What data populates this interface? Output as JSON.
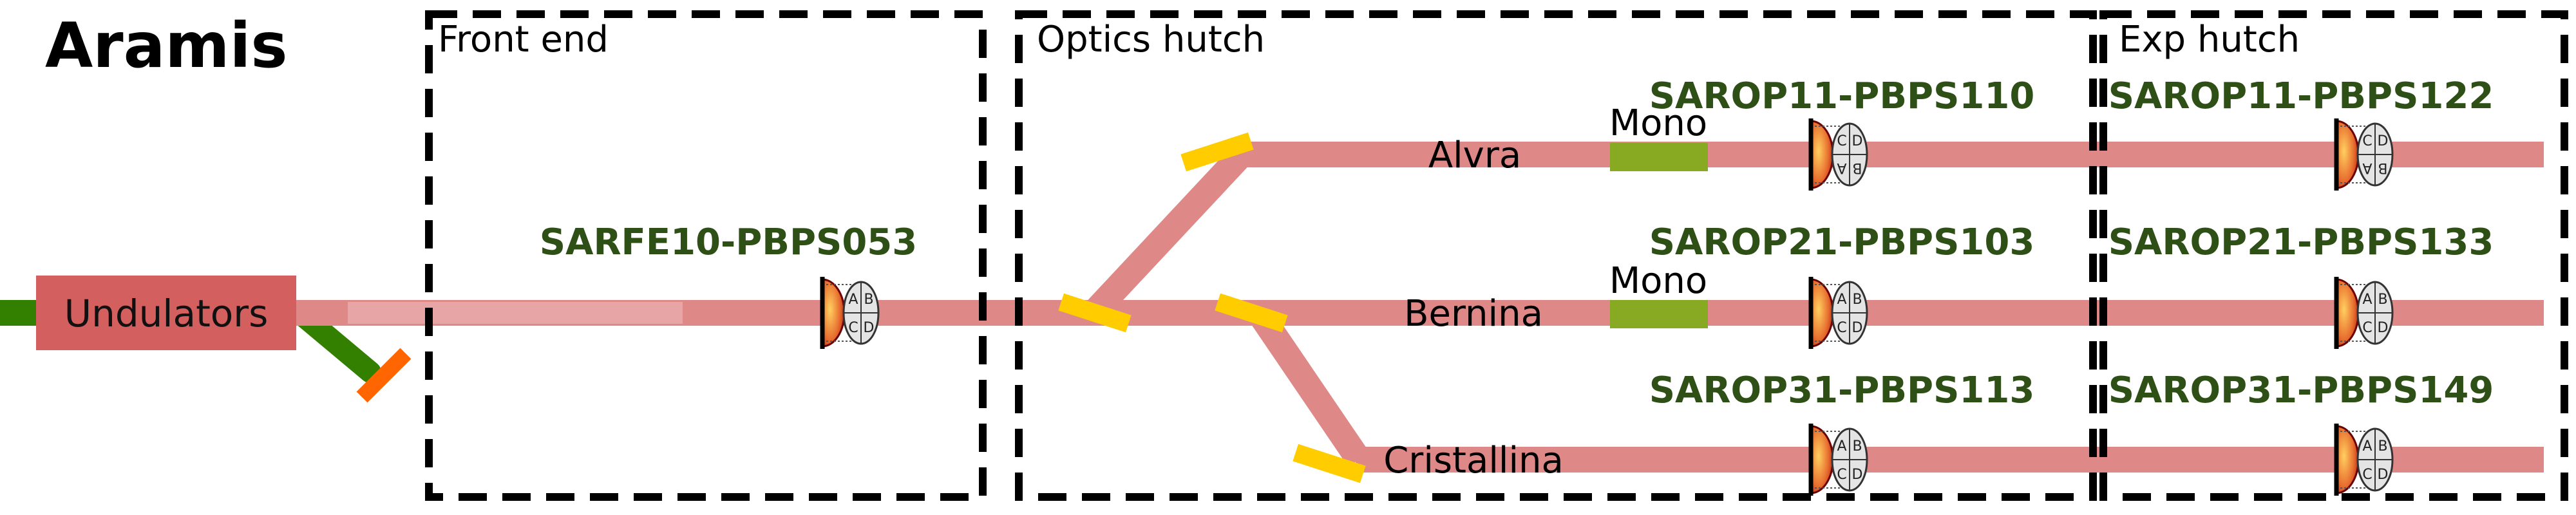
{
  "title": "Aramis",
  "undulators_label": "Undulators",
  "hutches": {
    "front_end": "Front end",
    "optics": "Optics hutch",
    "exp": "Exp hutch"
  },
  "beamlines": {
    "alvra": "Alvra",
    "bernina": "Bernina",
    "cristallina": "Cristallina"
  },
  "mono_label": "Mono",
  "monitors": {
    "frontend": "SARFE10-PBPS053",
    "optics_alvra": "SAROP11-PBPS110",
    "exp_alvra": "SAROP11-PBPS122",
    "optics_bernina": "SAROP21-PBPS103",
    "exp_bernina": "SAROP21-PBPS133",
    "optics_cristallina": "SAROP31-PBPS113",
    "exp_cristallina": "SAROP31-PBPS149"
  },
  "quadrants": {
    "normal": [
      "A",
      "B",
      "C",
      "D"
    ],
    "flipped": [
      "C",
      "D",
      "A",
      "B"
    ]
  },
  "colors": {
    "beam": "#de8888",
    "undulator": "#d35f5f",
    "green_beam": "#338000",
    "orange_mirror": "#ff6600",
    "yellow_mirror": "#ffcc00",
    "mono": "#88aa22",
    "label_green": "#2e5016",
    "hutch_border": "#000000"
  }
}
